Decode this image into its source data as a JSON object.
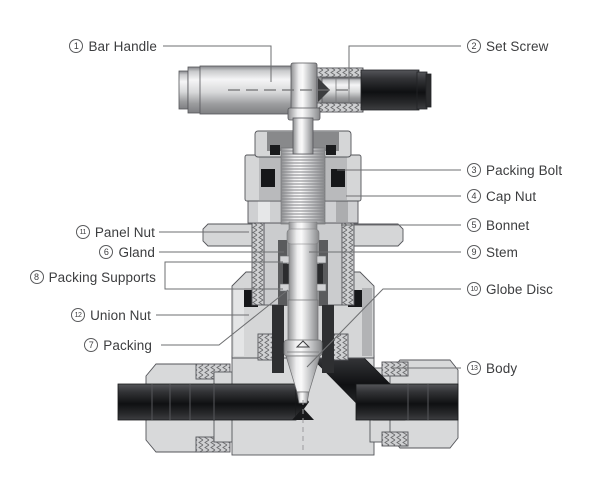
{
  "figure": {
    "type": "technical-cross-section-diagram",
    "subject": "Needle / globe valve part nomenclature diagram"
  },
  "colors": {
    "background": "#ffffff",
    "label_text": "#3c3d3f",
    "leader_line": "#6e6f71",
    "body_light_gray": "#d8d9da",
    "metal_mid_gray": "#a7a8aa",
    "metal_dark": "#1c1d1f",
    "outline": "#54555a"
  },
  "labels": {
    "bar_handle": {
      "num": "1",
      "text": "Bar Handle"
    },
    "set_screw": {
      "num": "2",
      "text": "Set Screw"
    },
    "packing_bolt": {
      "num": "3",
      "text": "Packing Bolt"
    },
    "cap_nut": {
      "num": "4",
      "text": "Cap Nut"
    },
    "bonnet": {
      "num": "5",
      "text": "Bonnet"
    },
    "gland": {
      "num": "6",
      "text": "Gland"
    },
    "packing": {
      "num": "7",
      "text": "Packing"
    },
    "packing_supports": {
      "num": "8",
      "text": "Packing Supports"
    },
    "stem": {
      "num": "9",
      "text": "Stem"
    },
    "globe_disc": {
      "num": "10",
      "text": "Globe Disc"
    },
    "panel_nut": {
      "num": "11",
      "text": "Panel Nut"
    },
    "union_nut": {
      "num": "12",
      "text": "Union Nut"
    },
    "body": {
      "num": "13",
      "text": "Body"
    }
  }
}
